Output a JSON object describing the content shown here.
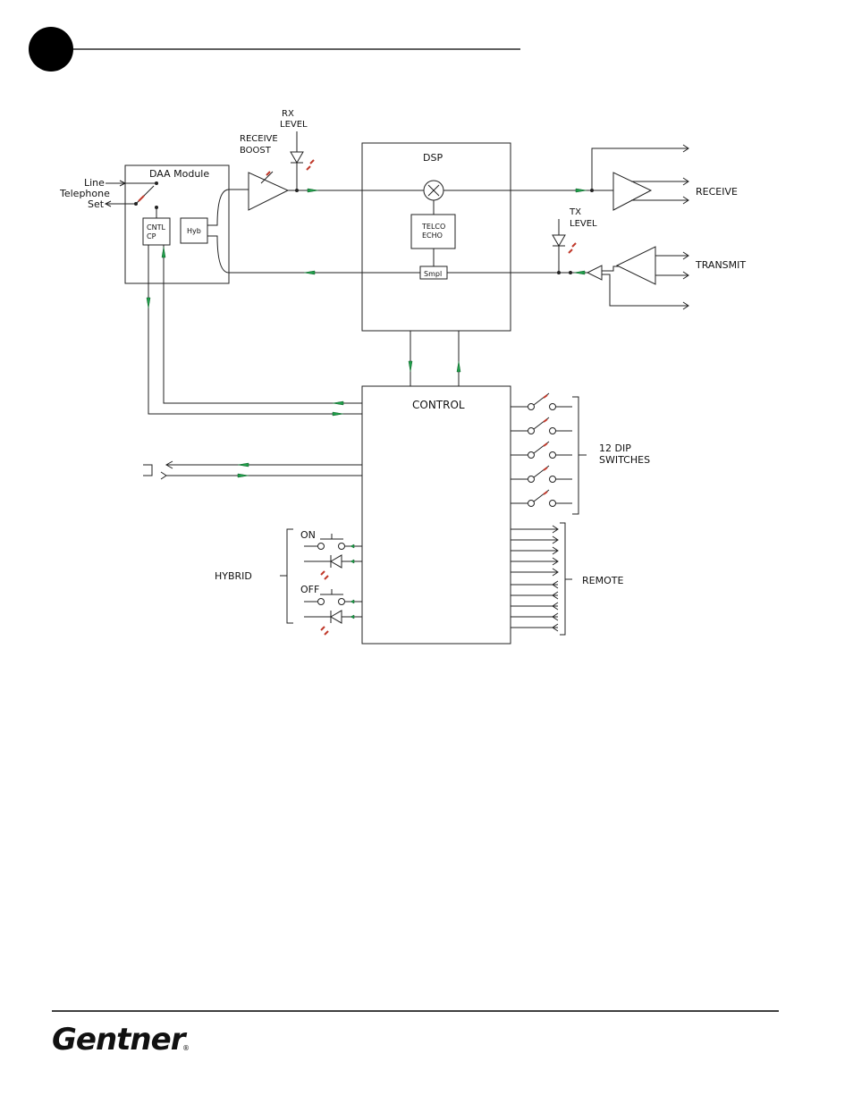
{
  "header": {
    "circle_color": "#000000"
  },
  "labels": {
    "daa_module": "DAA Module",
    "line": "Line",
    "telephone": "Telephone",
    "set": "Set",
    "cntl": "CNTL",
    "cp": "CP",
    "hyb": "Hyb",
    "receive_boost_1": "RECEIVE",
    "receive_boost_2": "BOOST",
    "rx_level_1": "RX",
    "rx_level_2": "LEVEL",
    "dsp": "DSP",
    "telco": "TELCO",
    "echo": "ECHO",
    "smpl": "Smpl",
    "tx_level_1": "TX",
    "tx_level_2": "LEVEL",
    "receive": "RECEIVE",
    "transmit": "TRANSMIT",
    "control": "CONTROL",
    "dip_1": "12  DIP",
    "dip_2": "SWITCHES",
    "hybrid": "HYBRID",
    "on": "ON",
    "off": "OFF",
    "remote": "REMOTE"
  },
  "footer": {
    "logo_text": "Gentner",
    "registered_mark": "®"
  },
  "colors": {
    "signal_arrow": "#1f9e4a",
    "led": "#c0392b"
  }
}
